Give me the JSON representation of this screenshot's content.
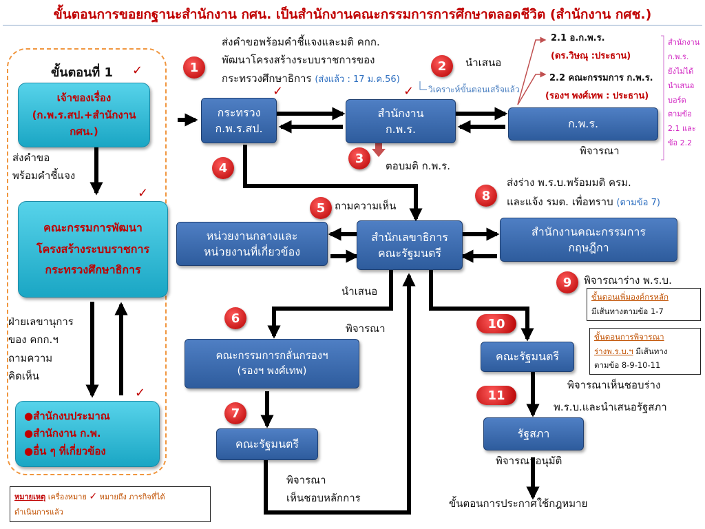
{
  "title": "ขั้นตอนการขอยกฐานะสำนักงาน กศน. เป็นสำนักงานคณะกรรมการการศึกษาตลอดชีวิต (สำนักงาน กศช.)",
  "step1_label": "ขั้นตอนที่ 1",
  "left_boxes": {
    "owner": [
      "เจ้าของเรื่อง",
      "(ก.พ.ร.สป.+สำนักงาน",
      "กศน.)"
    ],
    "committee": [
      "คณะกรรมการพัฒนา",
      "โครงสร้างระบบราชการ",
      "กระทรวงศึกษาธิการ"
    ],
    "agencies": [
      "●สำนักงบประมาณ",
      "●สำนักงาน ก.พ.",
      "●อื่น ๆ ที่เกี่ยวข้อง"
    ]
  },
  "left_texts": {
    "send_request": [
      "ส่งคำขอ",
      "พร้อมคำชี้แจง"
    ],
    "secretariat": [
      "ฝ่ายเลขานุการ",
      "ของ คกก.ฯ",
      "ถามความ",
      "คิดเห็น"
    ]
  },
  "top_text": {
    "line1": "ส่งคำขอพร้อมคำชี้แจงและมติ คกก.",
    "line2": "พัฒนาโครงสร้างระบบราชการของ",
    "line3": "กระทรวงศึกษาธิการ",
    "sent_note": "(ส่งแล้ว : 17 ม.ค.56)",
    "present": "นำเสนอ",
    "analysis_note": "วิเคราะห์ขั้นตอนเสร็จแล้ว"
  },
  "opdc_branches": {
    "b1_line1": "2.1 อ.ก.พ.ร.",
    "b1_line2": "(ดร.วิษณุ :ประธาน)",
    "b2_line1": "2.2 คณะกรรมการ ก.พ.ร.",
    "b2_line2": "(รองฯ พงศ์เทพ : ประธาน)",
    "side_note": [
      "สำนักงาน",
      "ก.พ.ร.",
      "ยังไม่ได้",
      "นำเสนอ",
      "บอร์ด",
      "ตามข้อ",
      "2.1 และ",
      "ข้อ 2.2"
    ]
  },
  "boxes": {
    "ministry": [
      "กระทรวง",
      "ก.พ.ร.สป."
    ],
    "opdc_office": [
      "สำนักงาน",
      "ก.พ.ร."
    ],
    "opdc": [
      "ก.พ.ร."
    ],
    "central_agencies": [
      "หน่วยงานกลางและ",
      "หน่วยงานที่เกี่ยวข้อง"
    ],
    "cabinet_secretariat": [
      "สำนักเลขาธิการ",
      "คณะรัฐมนตรี"
    ],
    "council_of_state": [
      "สำนักงานคณะกรรมการ",
      "กฤษฎีกา"
    ],
    "screening_committee": [
      "คณะกรรมการกลั่นกรองฯ",
      "(รองฯ พงศ์เทพ)"
    ],
    "cabinet_7": [
      "คณะรัฐมนตรี"
    ],
    "cabinet_10": [
      "คณะรัฐมนตรี"
    ],
    "parliament": [
      "รัฐสภา"
    ]
  },
  "badges": [
    "1",
    "2",
    "3",
    "4",
    "5",
    "6",
    "7",
    "8",
    "9",
    "10",
    "11"
  ],
  "labels": {
    "consider_opdc": "พิจารณา",
    "reply_resolution": "ตอบมติ ก.พ.ร.",
    "ask_opinion": "ถามความเห็น",
    "send_draft": "ส่งร่าง พ.ร.บ.พร้อมมติ ครม.",
    "inform": "และแจ้ง รมต. เพื่อทราบ",
    "per_item7": "(ตามข้อ 7)",
    "consider_draft": "พิจารณาร่าง พ.ร.บ.",
    "present_6": "นำเสนอ",
    "consider_6": "พิจารณา",
    "approve_draft": "พิจารณาเห็นชอบร่าง",
    "to_parliament": "พ.ร.บ.และนำเสนอรัฐสภา",
    "consider_approve": "พิจารณาอนุมัติ",
    "principle_1": "พิจารณา",
    "principle_2": "เห็นชอบหลักการ",
    "promulgation": "ขั้นตอนการประกาศใช้กฎหมาย"
  },
  "notes": {
    "added_u": "ขั้นตอนเพิ่มองค์กรหลัก",
    "added_rest": "มีเส้นทางตามข้อ 1-7",
    "consider_u1": "ขั้นตอนการพิจารณา",
    "consider_u2": "ร่างพ.ร.บ.ฯ",
    "consider_rest1": "มีเส้นทาง",
    "consider_rest2": "ตามข้อ 8-9-10-11"
  },
  "legend": {
    "label": "หมายเหตุ",
    "text1": "เครื่องหมาย",
    "check": "✓",
    "text2": "หมายถึง ภารกิจที่ได้",
    "text3": "ดำเนินการแล้ว"
  },
  "colors": {
    "title": "#c00000",
    "box_blue": "#3a6db5",
    "box_teal": "#2cbad6",
    "badge": "#d10000"
  }
}
